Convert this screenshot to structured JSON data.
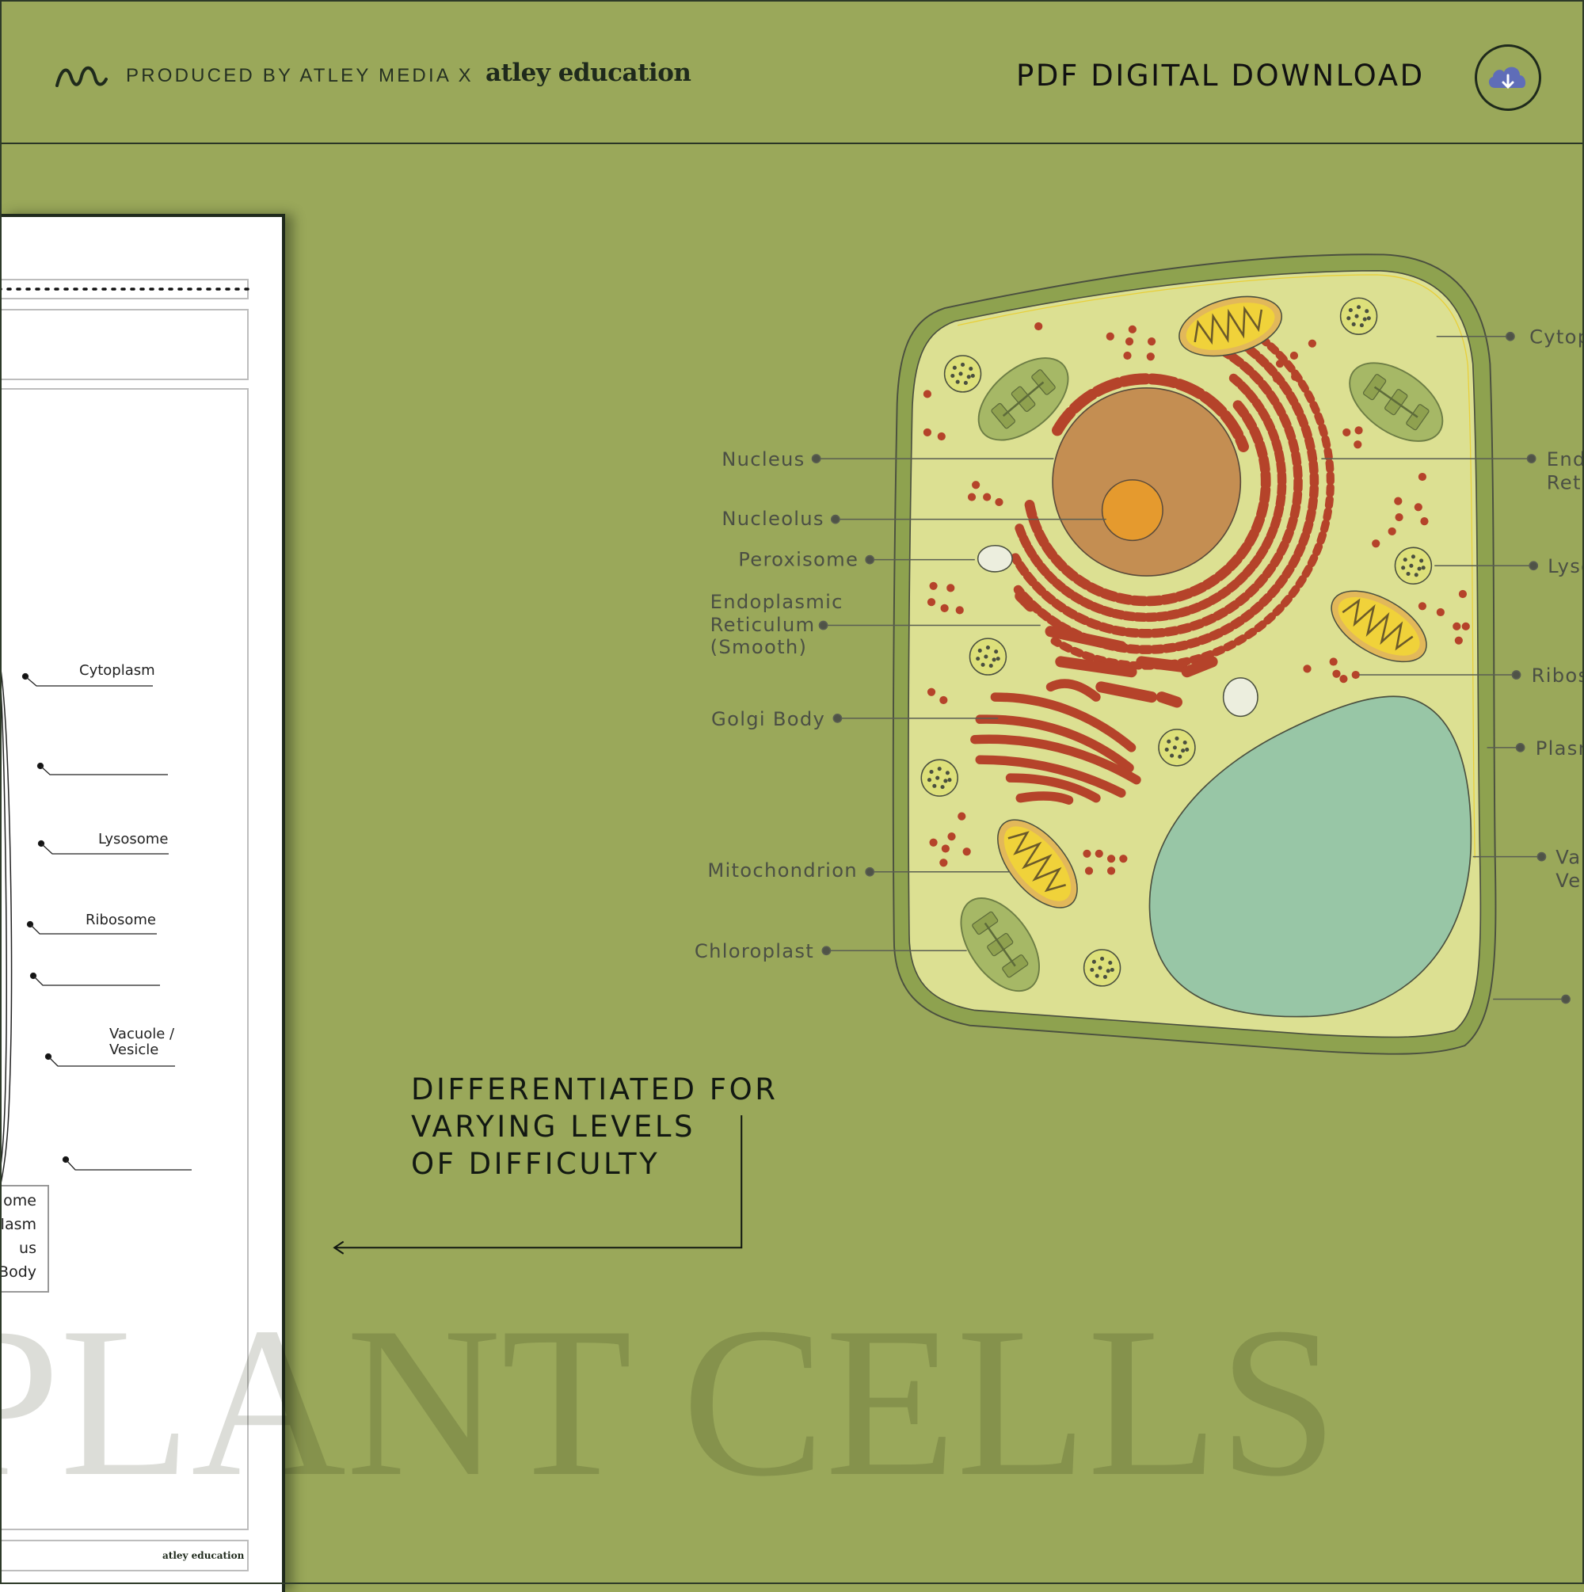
{
  "header": {
    "produced_by": "PRODUCED BY ATLEY MEDIA X",
    "brand": "atley education",
    "format_label": "PDF DIGITAL DOWNLOAD",
    "download_icon": "cloud-download-icon",
    "logo_icon": "wave-icon"
  },
  "watermark": "PLANT CELLS",
  "tagline": [
    "DIFFERENTIATED FOR",
    "VARYING LEVELS",
    "OF DIFFICULTY"
  ],
  "worksheet": {
    "labels": {
      "cytoplasm": "Cytoplasm",
      "lysosome": "Lysosome",
      "ribosome": "Ribosome",
      "vacuole_1": "Vacuole /",
      "vacuole_2": "Vesicle"
    },
    "word_bank": [
      "ome",
      "plasm",
      "us",
      "Body"
    ],
    "footer_brand": "atley education"
  },
  "diagram": {
    "left_labels": {
      "nucleus": "Nucleus",
      "nucleolus": "Nucleolus",
      "peroxisome": "Peroxisome",
      "er_1": "Endoplasmic",
      "er_2": "Reticulum",
      "er_3": "(Smooth)",
      "golgi": "Golgi Body",
      "mitochondrion": "Mitochondrion",
      "chloroplast": "Chloroplast"
    },
    "right_labels": {
      "cytoplasm": "Cytop",
      "er_1": "End",
      "er_2": "Reti",
      "lysosome": "Lyso",
      "ribosome": "Ribos",
      "plasma": "Plasm",
      "vacuole_1": "Va",
      "vacuole_2": "Ve"
    }
  },
  "colors": {
    "background": "#9aa85a",
    "cell_wall": "#8ea24f",
    "cytoplasm": "#dce092",
    "nucleus": "#c48e52",
    "nucleolus": "#e59a2e",
    "er": "#b5432a",
    "vacuole": "#98c6a6",
    "mitochondrion": "#f0d23a",
    "chloroplast": "#a6b866",
    "download_icon": "#5f6db8"
  }
}
